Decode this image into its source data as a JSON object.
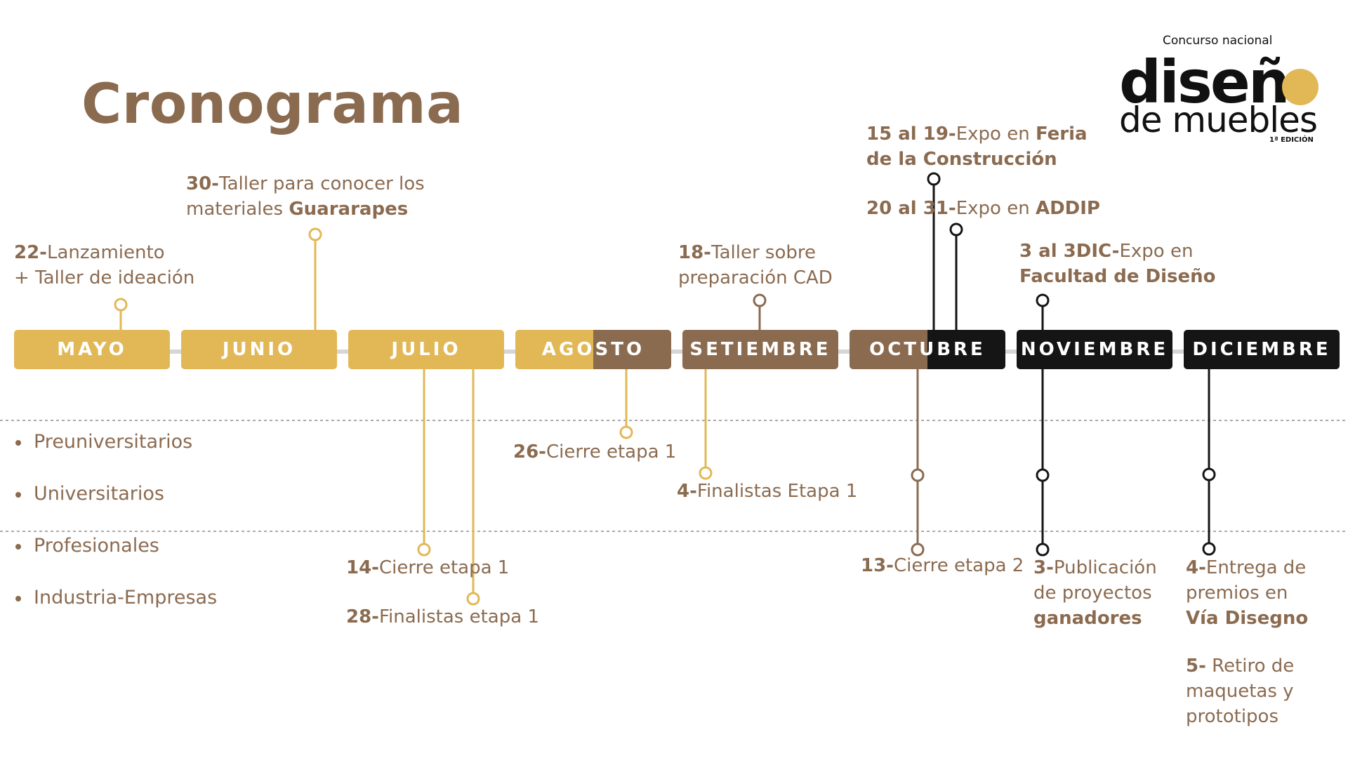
{
  "title": "Cronograma",
  "logo": {
    "line1": "Concurso nacional",
    "line2": "diseñ",
    "line3": "de muebles",
    "edition": "1ª EDICIÓN"
  },
  "colors": {
    "gold": "#E2B857",
    "brown": "#8B6B50",
    "black": "#151515",
    "track": "#D6D6D6"
  },
  "months": [
    "MAYO",
    "JUNIO",
    "JULIO",
    "AGOSTO",
    "SETIEMBRE",
    "OCTUBRE",
    "NOVIEMBRE",
    "DICIEMBRE"
  ],
  "categories": [
    "Preuniversitarios",
    "Universitarios",
    "Profesionales",
    "Industria-Empresas"
  ],
  "events": {
    "e1": {
      "d": "22-",
      "t1": "Lanzamiento",
      "t2": "+ Taller de ideación"
    },
    "e2": {
      "d": "30-",
      "t1": "Taller para conocer los",
      "t2": "materiales ",
      "t2b": "Guararapes"
    },
    "e3": {
      "d": "18-",
      "t1": "Taller sobre",
      "t2": "preparación CAD"
    },
    "e4": {
      "d": "15 al 19-",
      "t1": "Expo en ",
      "t1b": "Feria",
      "t2b": "de la Construcción"
    },
    "e5": {
      "d": "20 al 31-",
      "t1": "Expo en ",
      "t1b": "ADDIP"
    },
    "e6": {
      "d": "3 al 3DIC-",
      "t1": "Expo en",
      "t2b": "Facultad de Diseño"
    },
    "e7": {
      "d": "26-",
      "t1": "Cierre etapa 1"
    },
    "e8": {
      "d": "4-",
      "t1": "Finalistas Etapa 1"
    },
    "e9": {
      "d": "14-",
      "t1": "Cierre etapa 1"
    },
    "e10": {
      "d": "28-",
      "t1": "Finalistas etapa 1"
    },
    "e11": {
      "d": "13-",
      "t1": "Cierre etapa 2"
    },
    "e12": {
      "d": "3-",
      "t1": "Publicación",
      "t2": "de proyectos",
      "t3b": "ganadores"
    },
    "e13": {
      "d": "4-",
      "t1": "Entrega de",
      "t2": "premios en",
      "t3b": "Vía Disegno"
    },
    "e14": {
      "d": "5-",
      "t1": " Retiro de",
      "t2": "maquetas y",
      "t3": "prototipos"
    }
  }
}
